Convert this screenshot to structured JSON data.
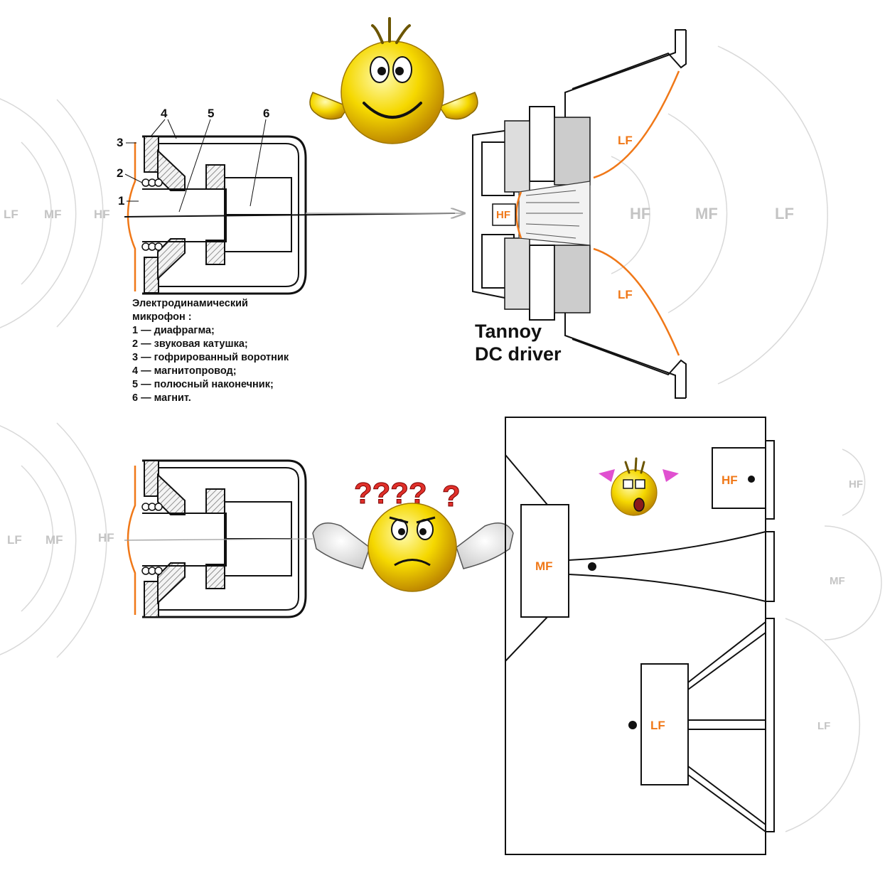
{
  "microphone": {
    "numbers": [
      "1",
      "2",
      "3",
      "4",
      "5",
      "6"
    ],
    "legend": [
      "Электродинамический",
      "микрофон :",
      "1 — диафрагма;",
      "2 — звуковая катушка;",
      "3 — гофрированный воротник",
      "4 — магнитопровод;",
      "5 — полюсный наконечник;",
      "6 — магнит."
    ]
  },
  "tannoy": {
    "title_line1": "Tannoy",
    "title_line2": "DC driver",
    "hf": "HF",
    "lf_top": "LF",
    "lf_bottom": "LF"
  },
  "waves": {
    "top_left": [
      "LF",
      "MF",
      "HF"
    ],
    "top_right": [
      "HF",
      "MF",
      "LF"
    ],
    "bottom_left": [
      "LF",
      "MF",
      "HF"
    ],
    "bottom_right": [
      "HF",
      "MF",
      "LF"
    ]
  },
  "cabinet": {
    "hf": "HF",
    "mf": "MF",
    "lf": "LF"
  },
  "confused": {
    "question_marks": "????"
  },
  "colors": {
    "accent": "#f07818",
    "ghost_text": "#c4c4c4",
    "smiley": "#f5d800",
    "line": "#111111"
  }
}
